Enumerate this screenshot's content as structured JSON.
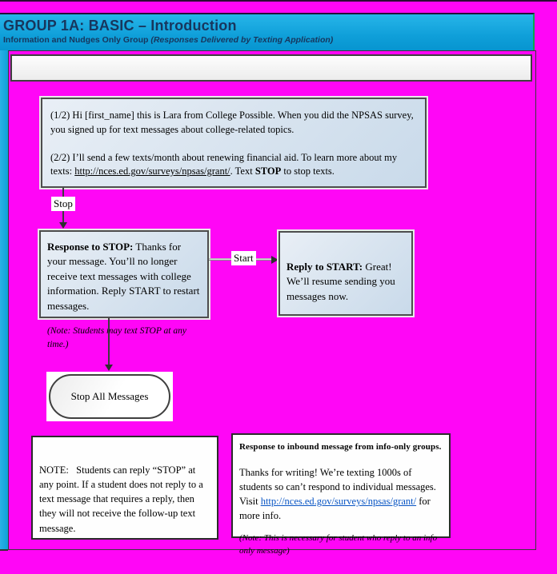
{
  "header": {
    "title": "GROUP 1A: BASIC – Introduction",
    "subtitle": "Information and Nudges Only Group ",
    "subtitle_paren": "(Responses Delivered by Texting Application)"
  },
  "colors": {
    "background_magenta": "#ff06f6",
    "header_cyan_top": "#27b5e9",
    "header_cyan_bottom": "#0795d0",
    "title_navy": "#17365d",
    "shape_fill_light_blue": "#dae5f0",
    "link_blue": "#0855c4"
  },
  "flow": {
    "intro_box": {
      "part1": "(1/2) Hi [first_name] this is Lara from College Possible. When you did the NPSAS survey, you signed up for text messages about college-related topics.",
      "part2_prefix": "(2/2) I’ll send a few texts/month about renewing financial aid. To learn more about my texts: ",
      "part2_link": "http://nces.ed.gov/surveys/npsas/grant/",
      "part2_mid": ". Text ",
      "part2_bold": "STOP",
      "part2_suffix": " to stop texts."
    },
    "stop_label": "Stop",
    "start_label": "Start",
    "response_stop": {
      "bold": "Response to STOP:",
      "text": " Thanks for your message. You’ll no longer receive text messages with college information. Reply START to restart messages.",
      "note": "(Note: Students may text STOP at any time.)"
    },
    "reply_start": {
      "bold": "Reply to START:",
      "text": " Great! We’ll resume sending you messages now."
    },
    "stop_all_label": "Stop All Messages",
    "note_box_text": "NOTE:   Students can reply “STOP” at any point. If a student does not reply to a text message that requires a reply, then they will not receive the follow-up text message.",
    "inbound_box": {
      "heading": "Response to inbound message from info-only groups.",
      "text_prefix": "Thanks for writing! We’re texting 1000s of students so can’t respond to individual messages. Visit ",
      "link": "http://nces.ed.gov/surveys/npsas/grant/",
      "text_suffix": " for more info.",
      "note": "(Note: This is necessary for student who reply to an info only message)"
    }
  }
}
